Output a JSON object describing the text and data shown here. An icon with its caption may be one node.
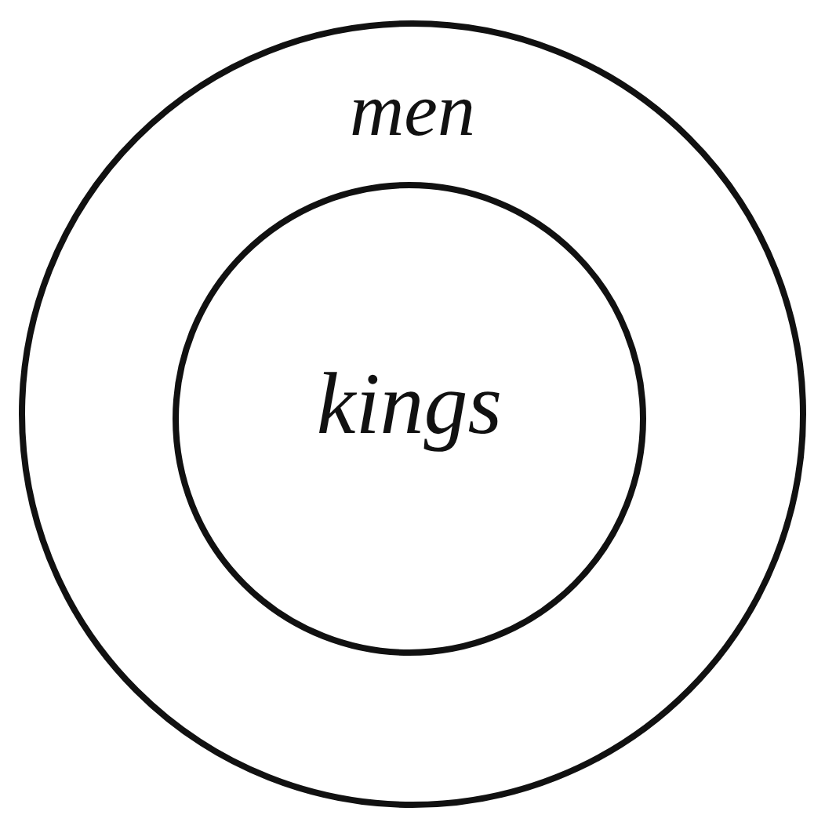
{
  "diagram": {
    "nodes": [
      {
        "text": [
          "men"
        ]
      },
      {
        "text": [
          "kings"
        ],
        "in": 0
      }
    ]
  }
}
